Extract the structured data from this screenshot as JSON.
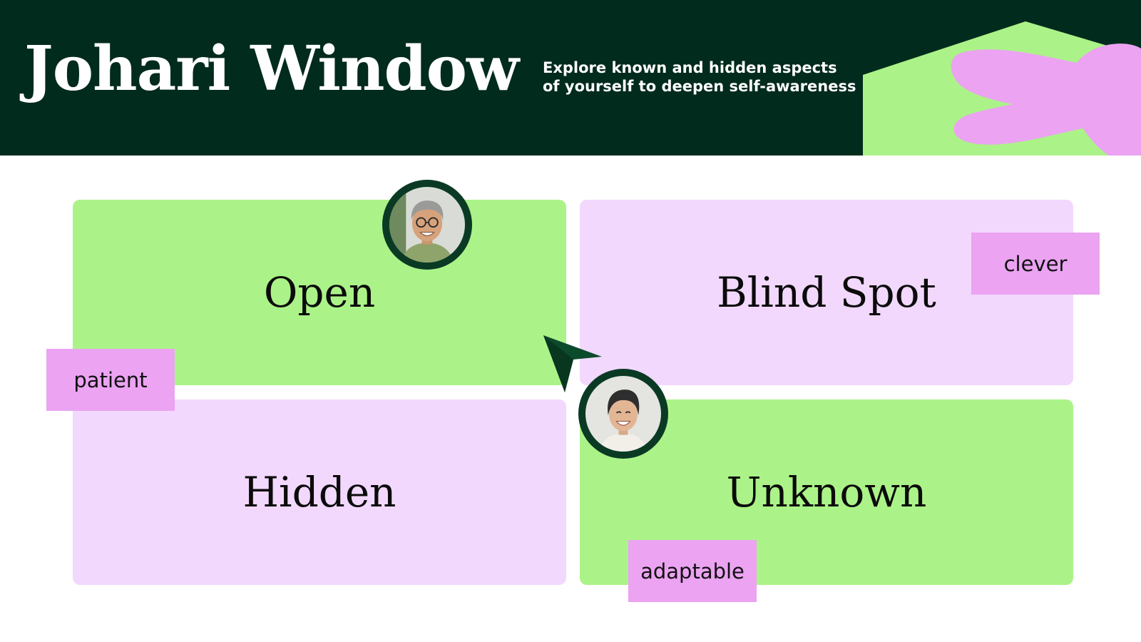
{
  "header": {
    "title": "Johari Window",
    "subtitle_line1": "Explore known and hidden aspects",
    "subtitle_line2": "of yourself to deepen self-awareness"
  },
  "quadrants": [
    {
      "label": "Open",
      "color": "#abf388"
    },
    {
      "label": "Blind Spot",
      "color": "#f2d8fd"
    },
    {
      "label": "Hidden",
      "color": "#f2d8fd"
    },
    {
      "label": "Unknown",
      "color": "#abf388"
    }
  ],
  "tags": [
    {
      "label": "clever"
    },
    {
      "label": "patient"
    },
    {
      "label": "adaptable"
    }
  ],
  "icons": {
    "avatar_1": "man-with-glasses-avatar",
    "avatar_2": "woman-avatar",
    "pointer": "cursor-arrow-icon"
  },
  "colors": {
    "header_bg": "#012b1c",
    "green": "#abf388",
    "lavender": "#f2d8fd",
    "pink": "#eba3f2",
    "dark_green": "#0a3a24"
  }
}
